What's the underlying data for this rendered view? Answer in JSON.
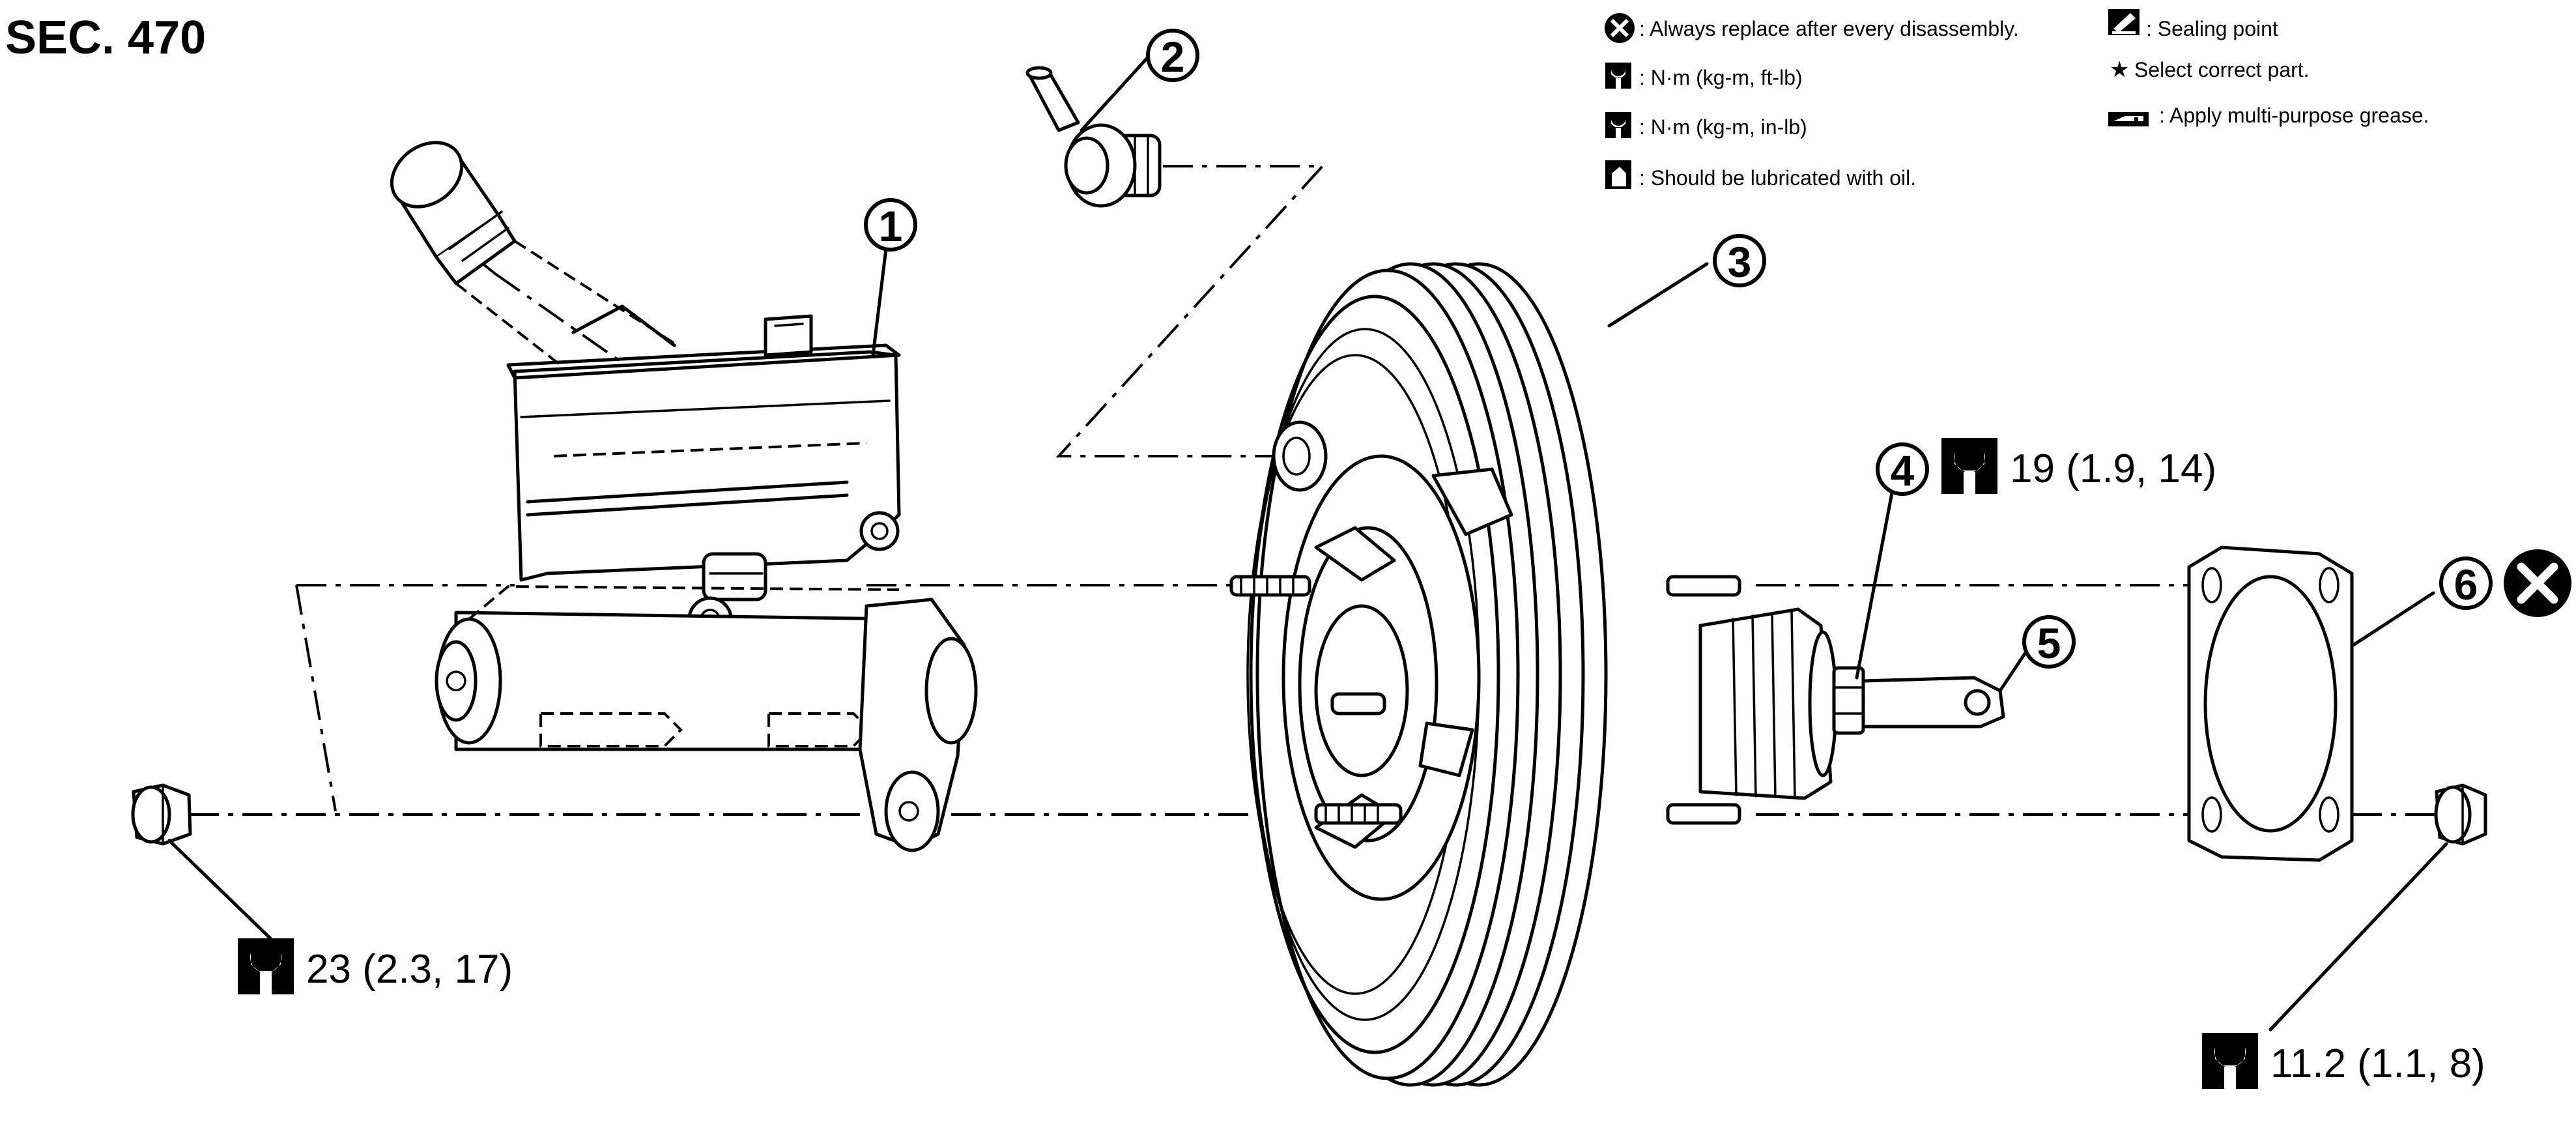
{
  "section_title": "SEC. 470",
  "callouts": [
    {
      "number": "1"
    },
    {
      "number": "2"
    },
    {
      "number": "3"
    },
    {
      "number": "4"
    },
    {
      "number": "5"
    },
    {
      "number": "6"
    }
  ],
  "torques": {
    "nut_left": "23 (2.3, 17)",
    "nut_right": "11.2 (1.1, 8)",
    "clevis_lock_nut": "19 (1.9, 14)"
  },
  "legend": {
    "always_replace": ": Always replace after every disassembly.",
    "torque_ft_lb": ": N·m (kg-m, ft-lb)",
    "torque_in_lb": ": N·m (kg-m, in-lb)",
    "lubricate_oil": ": Should be lubricated with oil.",
    "sealing_point": ": Sealing point",
    "select_part": "Select correct part.",
    "star_symbol": "★",
    "apply_grease": ": Apply multi-purpose grease."
  },
  "icons": {
    "replace": "always-replace-icon",
    "torque_ft": "torque-wrench-icon",
    "torque_in": "torque-wrench-in-lb-icon",
    "oil": "oil-can-icon",
    "sealing": "sealing-point-icon",
    "grease": "grease-icon"
  }
}
